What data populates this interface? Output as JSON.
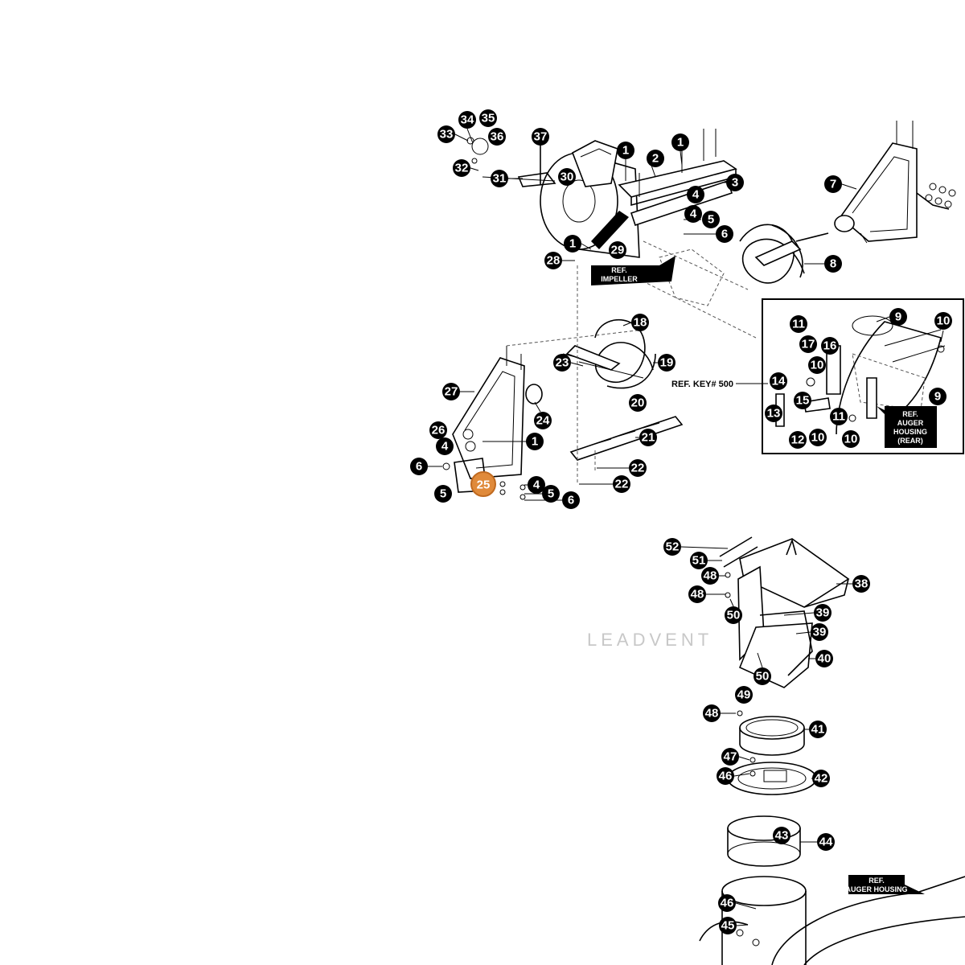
{
  "diagram": {
    "highlighted_callout": "25",
    "watermark": "LEADVENT",
    "reference_labels": {
      "impeller": [
        "REF.",
        "IMPELLER"
      ],
      "key500": "REF. KEY# 500",
      "auger_housing_rear": [
        "REF.",
        "AUGER",
        "HOUSING",
        "(REAR)"
      ],
      "auger_housing": [
        "REF.",
        "AUGER HOUSING"
      ]
    },
    "callouts": [
      "1",
      "2",
      "3",
      "4",
      "5",
      "6",
      "7",
      "8",
      "9",
      "10",
      "11",
      "12",
      "13",
      "14",
      "15",
      "16",
      "17",
      "18",
      "19",
      "20",
      "21",
      "22",
      "23",
      "24",
      "25",
      "26",
      "27",
      "28",
      "29",
      "30",
      "31",
      "32",
      "33",
      "34",
      "35",
      "36",
      "37",
      "38",
      "39",
      "40",
      "41",
      "42",
      "43",
      "44",
      "45",
      "46",
      "47",
      "48",
      "49",
      "50",
      "51",
      "52"
    ],
    "colors": {
      "callout_fill": "#000000",
      "callout_text": "#ffffff",
      "highlight_fill": "#e08a3a",
      "line": "#000000"
    }
  }
}
